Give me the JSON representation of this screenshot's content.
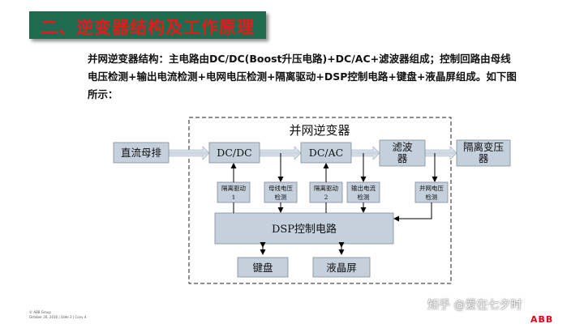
{
  "slide": {
    "title": "二、逆变器结构及工作原理",
    "description": "并网逆变器结构：主电路由DC/DC(Boost升压电路)+DC/AC+滤波器组成；控制回路由母线电压检测+输出电流检测+电网电压检测+隔离驱动+DSP控制电路+键盘+液晶屏组成。如下图所示："
  },
  "diagram": {
    "container_label": "并网逆变器",
    "blocks": {
      "dc_bus": "直流母排",
      "dcdc": "DC/DC",
      "dcac": "DC/AC",
      "filter": "滤波器",
      "isolation_transformer": "隔离变压器",
      "isolated_driver_1": "隔离驱动1",
      "bus_voltage_detect": "母线电压检测",
      "isolated_driver_2": "隔离驱动2",
      "output_current_detect": "输出电流检测",
      "grid_voltage_detect": "并网电压检测",
      "dsp": "DSP控制电路",
      "keyboard": "键盘",
      "lcd": "液晶屏"
    }
  },
  "footer": {
    "line1": "© ABB Group",
    "line2": "October 26, 2016 | Slide 3 | Conv 4",
    "watermark": "知乎 @爱在七夕时",
    "logo": "ABB"
  }
}
